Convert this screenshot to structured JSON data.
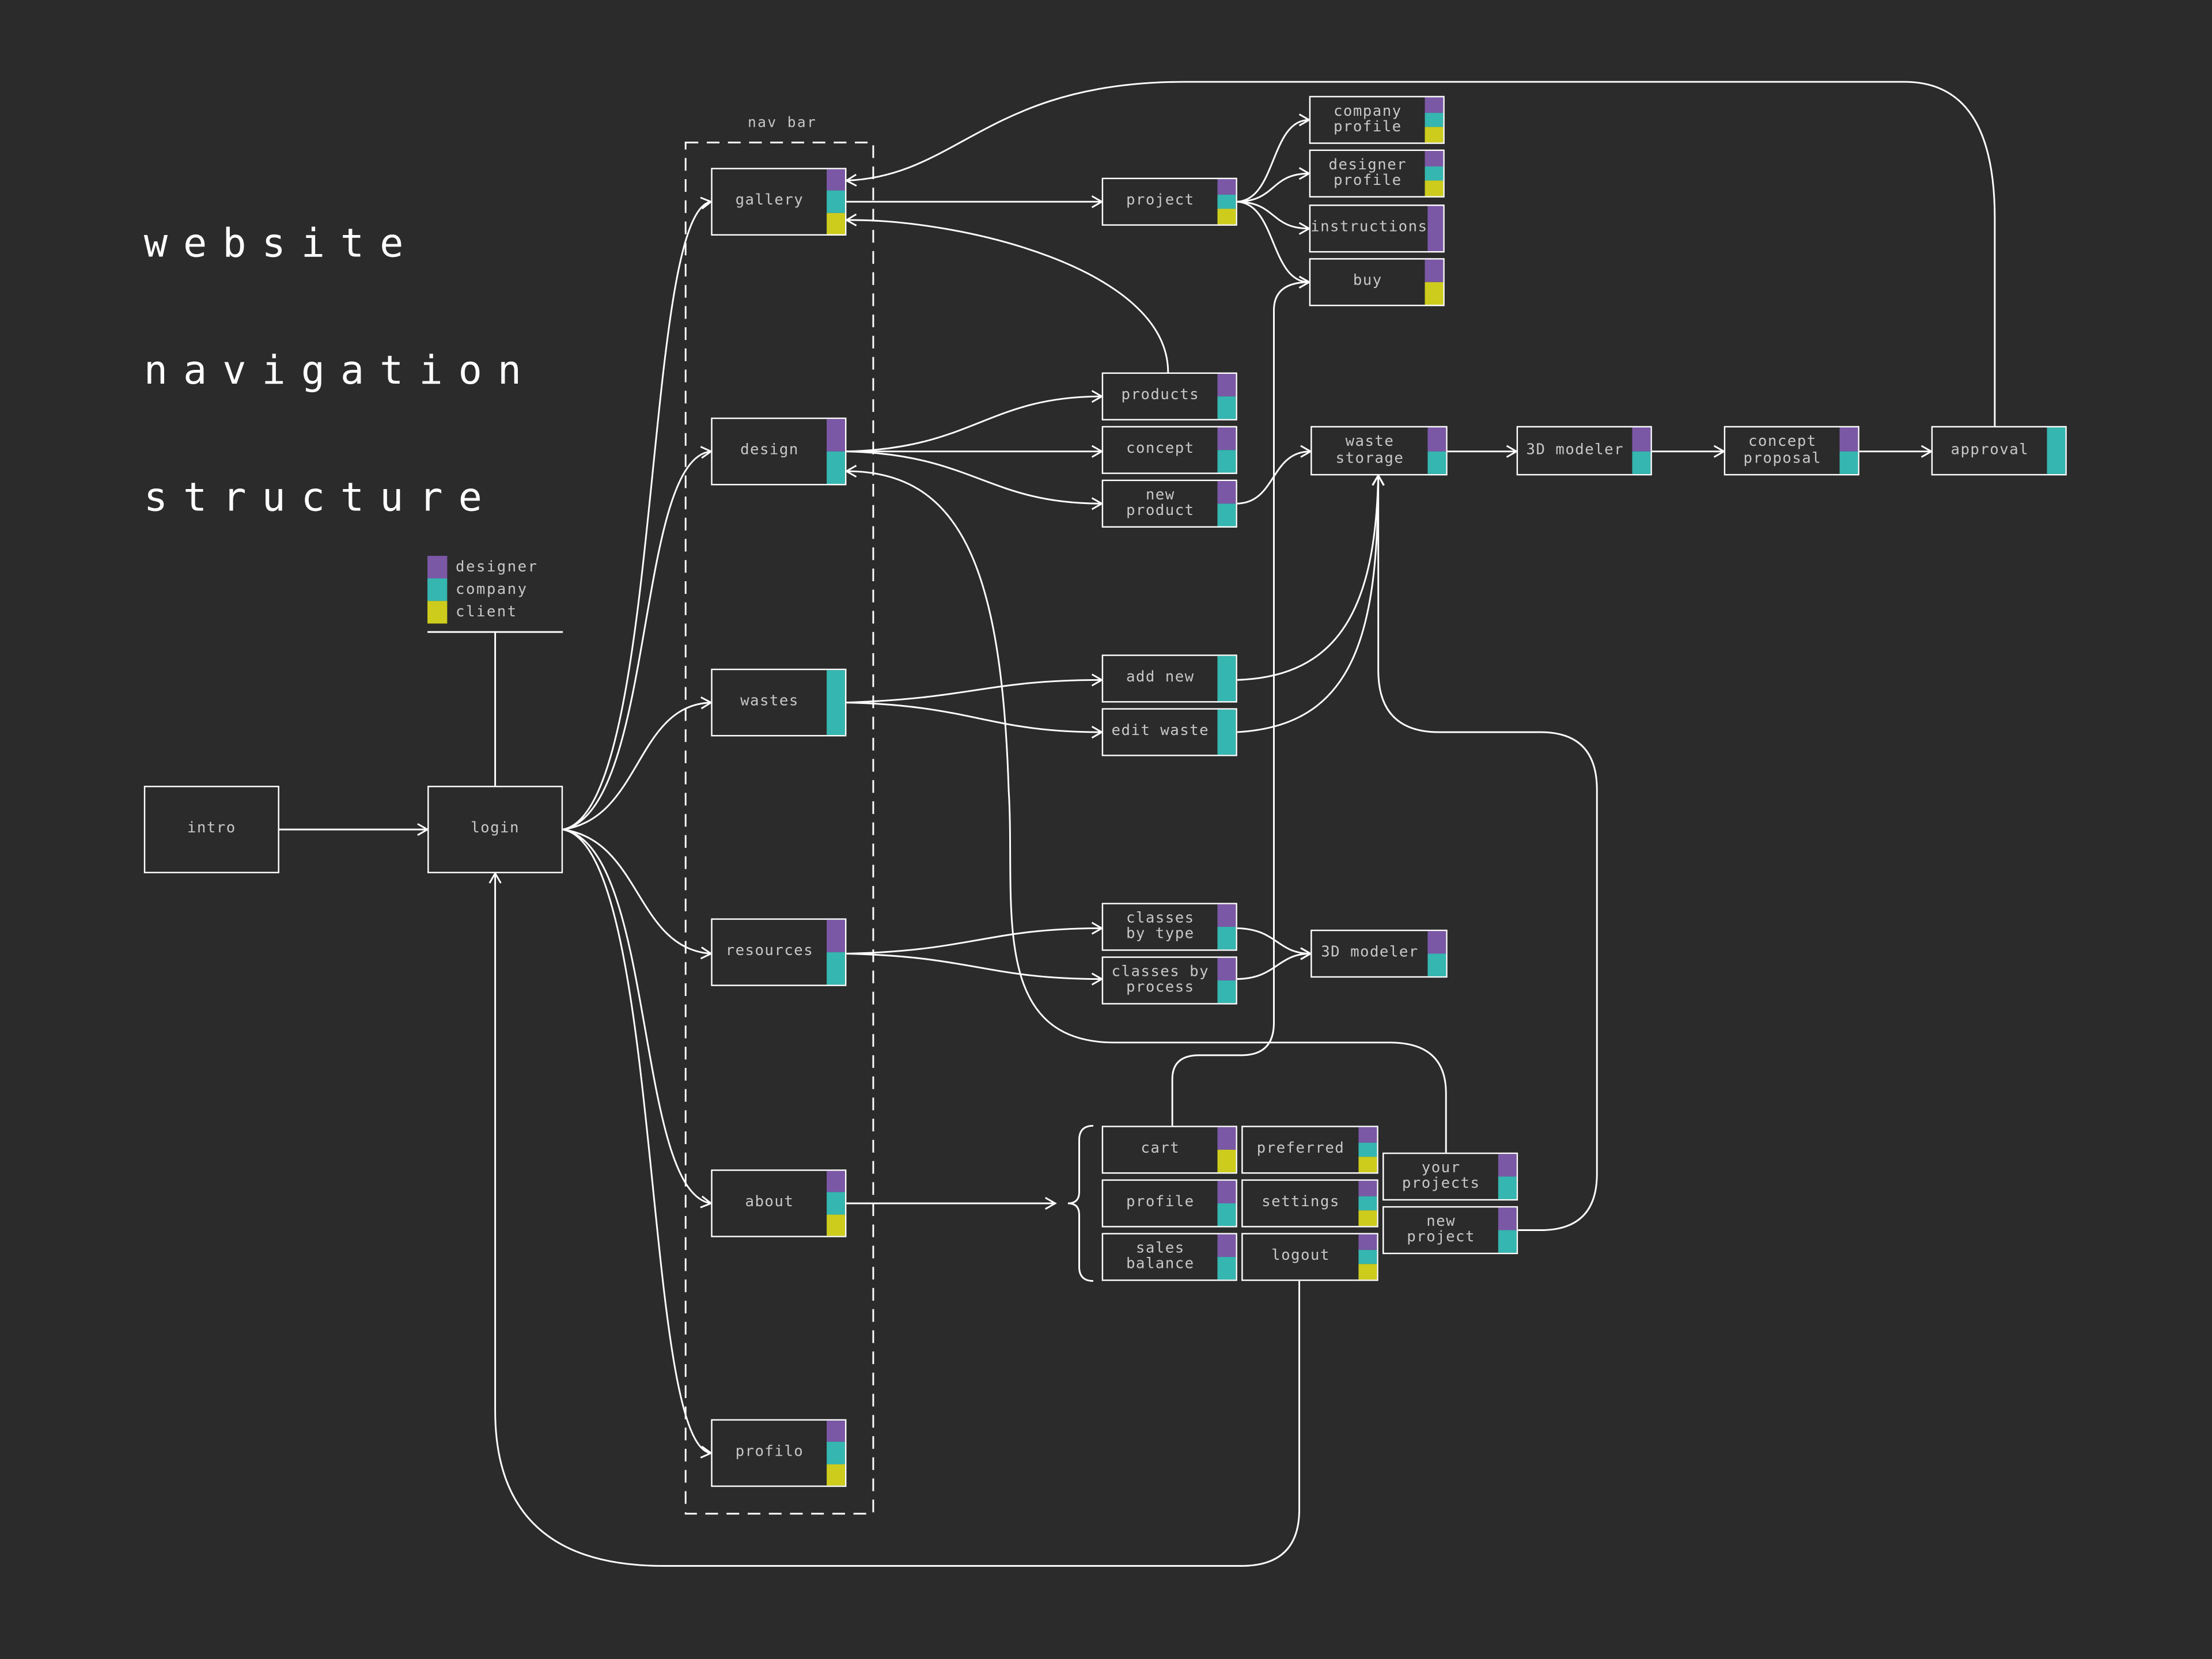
{
  "title": [
    "website",
    "navigation",
    "structure"
  ],
  "nav_bar_label": "nav bar",
  "colors": {
    "background": "#2b2b2b",
    "line": "#ffffff",
    "text": "#c8c8c8",
    "designer": "#7b58a6",
    "company": "#35b6b0",
    "client": "#cdcc1d"
  },
  "legend": [
    {
      "role": "designer",
      "label": "designer"
    },
    {
      "role": "company",
      "label": "company"
    },
    {
      "role": "client",
      "label": "client"
    }
  ],
  "nodes": {
    "intro": {
      "label": "intro",
      "roles": []
    },
    "login": {
      "label": "login",
      "roles": []
    },
    "gallery": {
      "label": "gallery",
      "roles": [
        "designer",
        "company",
        "client"
      ]
    },
    "design": {
      "label": "design",
      "roles": [
        "designer",
        "company"
      ]
    },
    "wastes": {
      "label": "wastes",
      "roles": [
        "company"
      ]
    },
    "resources": {
      "label": "resources",
      "roles": [
        "designer",
        "company"
      ]
    },
    "about": {
      "label": "about",
      "roles": [
        "designer",
        "company",
        "client"
      ]
    },
    "profilo": {
      "label": "profilo",
      "roles": [
        "designer",
        "company",
        "client"
      ]
    },
    "project": {
      "label": "project",
      "roles": [
        "designer",
        "company",
        "client"
      ]
    },
    "company_profile": {
      "label": "company\nprofile",
      "roles": [
        "designer",
        "company",
        "client"
      ]
    },
    "designer_profile": {
      "label": "designer\nprofile",
      "roles": [
        "designer",
        "company",
        "client"
      ]
    },
    "instructions": {
      "label": "instructions",
      "roles": [
        "designer"
      ]
    },
    "buy": {
      "label": "buy",
      "roles": [
        "designer",
        "client"
      ]
    },
    "products": {
      "label": "products",
      "roles": [
        "designer",
        "company"
      ]
    },
    "concept": {
      "label": "concept",
      "roles": [
        "designer",
        "company"
      ]
    },
    "new_product": {
      "label": "new\nproduct",
      "roles": [
        "designer",
        "company"
      ]
    },
    "waste_storage": {
      "label": "waste\nstorage",
      "roles": [
        "designer",
        "company"
      ]
    },
    "modeler_top": {
      "label": "3D modeler",
      "roles": [
        "designer",
        "company"
      ]
    },
    "concept_proposal": {
      "label": "concept\nproposal",
      "roles": [
        "designer",
        "company"
      ]
    },
    "approval": {
      "label": "approval",
      "roles": [
        "company"
      ]
    },
    "add_new": {
      "label": "add new",
      "roles": [
        "company"
      ]
    },
    "edit_waste": {
      "label": "edit waste",
      "roles": [
        "company"
      ]
    },
    "classes_by_type": {
      "label": "classes\nby type",
      "roles": [
        "designer",
        "company"
      ]
    },
    "classes_by_process": {
      "label": "classes by\nprocess",
      "roles": [
        "designer",
        "company"
      ]
    },
    "modeler_mid": {
      "label": "3D modeler",
      "roles": [
        "designer",
        "company"
      ]
    },
    "cart": {
      "label": "cart",
      "roles": [
        "designer",
        "client"
      ]
    },
    "profile": {
      "label": "profile",
      "roles": [
        "designer",
        "company"
      ]
    },
    "sales_balance": {
      "label": "sales\nbalance",
      "roles": [
        "designer",
        "company"
      ]
    },
    "preferred": {
      "label": "preferred",
      "roles": [
        "designer",
        "company",
        "client"
      ]
    },
    "settings": {
      "label": "settings",
      "roles": [
        "designer",
        "company",
        "client"
      ]
    },
    "logout": {
      "label": "logout",
      "roles": [
        "designer",
        "company",
        "client"
      ]
    },
    "your_projects": {
      "label": "your\nprojects",
      "roles": [
        "designer",
        "company"
      ]
    },
    "new_project": {
      "label": "new\nproject",
      "roles": [
        "designer",
        "company"
      ]
    }
  }
}
